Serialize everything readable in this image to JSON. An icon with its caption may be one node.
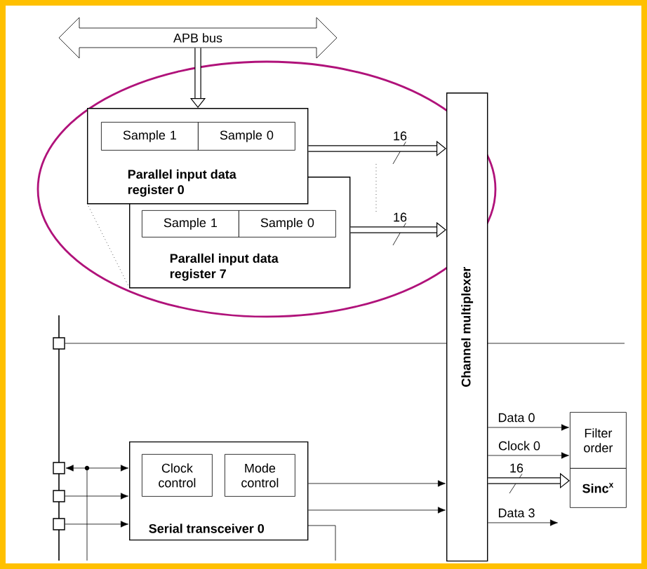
{
  "diagram": {
    "nodes": [
      {
        "text": [
          "APB bus"
        ]
      },
      {
        "text": [
          "Parallel input data register 0"
        ]
      },
      {
        "text": [
          "Sample 1"
        ],
        "in": 1
      },
      {
        "text": [
          "Sample 0"
        ],
        "in": 1
      },
      {
        "text": [
          "Parallel input data register 7"
        ]
      },
      {
        "text": [
          "Sample 1"
        ],
        "in": 4
      },
      {
        "text": [
          "Sample 0"
        ],
        "in": 4
      },
      {
        "text": [
          "Channel multiplexer"
        ]
      },
      {
        "text": [
          "Serial transceiver 0"
        ]
      },
      {
        "text": [
          "Clock control"
        ],
        "in": 8
      },
      {
        "text": [
          "Mode control"
        ],
        "in": 8
      },
      {
        "text": [
          "Filter order"
        ]
      },
      {
        "text": [
          "Sinc$^{x}$"
        ]
      },
      {
        "text": [],
        "shape": "box"
      },
      {
        "text": [],
        "shape": "box"
      },
      {
        "text": [],
        "shape": "box"
      },
      {
        "text": [],
        "shape": "box"
      }
    ],
    "edges": [
      {
        "from": 0,
        "to": 1,
        "arrow": "to",
        "style": "thick"
      },
      {
        "from": 1,
        "to": 7,
        "arrow": "to",
        "label": "16",
        "style": "thick"
      },
      {
        "from": 4,
        "to": 7,
        "arrow": "to",
        "label": "16",
        "style": "thick"
      },
      {
        "from": 13,
        "to": 7,
        "arrow": "none"
      },
      {
        "from": 14,
        "to": 8,
        "arrow": "both"
      },
      {
        "from": 15,
        "to": 8,
        "arrow": "to"
      },
      {
        "from": 16,
        "to": 8,
        "arrow": "to"
      },
      {
        "from": 8,
        "to": 7,
        "arrow": "to"
      },
      {
        "from": 8,
        "to": 7,
        "arrow": "to"
      },
      {
        "from": 7,
        "to": 11,
        "arrow": "to",
        "label": "Data 0"
      },
      {
        "from": 7,
        "to": 11,
        "arrow": "to",
        "label": "Clock 0"
      },
      {
        "from": 7,
        "to": 12,
        "arrow": "to",
        "label": "16",
        "style": "thick"
      },
      {
        "from": 7,
        "to": null,
        "arrow": "to",
        "label": "Data 3"
      }
    ]
  }
}
